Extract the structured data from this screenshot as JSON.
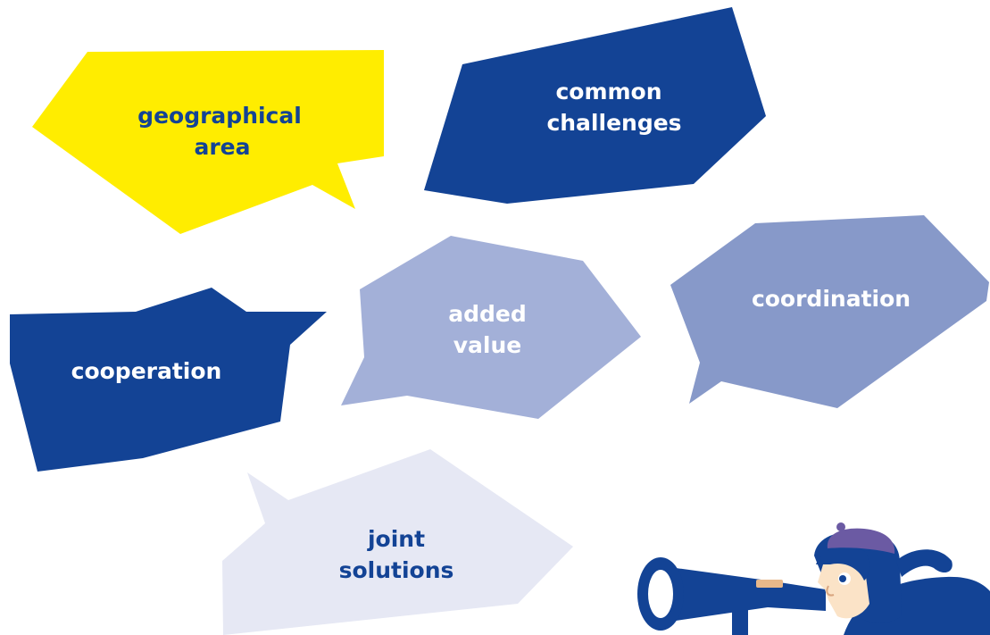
{
  "colors": {
    "background": "#ffffff",
    "yellow": "#ffed00",
    "dark_blue": "#134395",
    "mid_blue": "#8799c9",
    "light_blue": "#a3b0d8",
    "pale_blue": "#e6e8f4",
    "text_dark": "#134395",
    "text_light": "#ffffff",
    "figure_skin": "#fbe3c7",
    "figure_hat": "#6b5aa3"
  },
  "bubbles": {
    "geographical_area": {
      "line1": "geographical",
      "line2": "area"
    },
    "common_challenges": {
      "line1": "common",
      "line2": "challenges"
    },
    "cooperation": {
      "line1": "cooperation"
    },
    "added_value": {
      "line1": "added",
      "line2": "value"
    },
    "coordination": {
      "line1": "coordination"
    },
    "joint_solutions": {
      "line1": "joint",
      "line2": "solutions"
    }
  },
  "illustration": {
    "icon": "person-with-telescope-icon"
  }
}
